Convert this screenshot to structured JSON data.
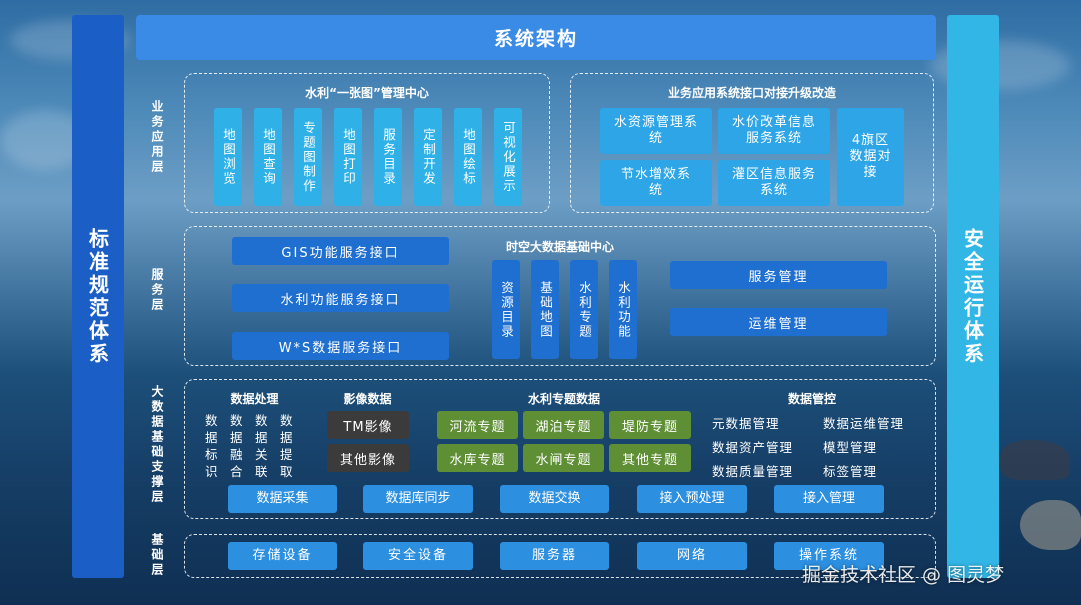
{
  "title": "系统架构",
  "left_pillar": "标准规范体系",
  "right_pillar": "安全运行体系",
  "layers": {
    "business": "业务应用层",
    "service": "服务层",
    "bigdata": "大数据基础支撑层",
    "base": "基础层"
  },
  "map_center": {
    "title": "水利“一张图”管理中心",
    "items": [
      "地图浏览",
      "地图查询",
      "专题图制作",
      "地图打印",
      "服务目录",
      "定制开发",
      "地图绘标",
      "可视化展示"
    ]
  },
  "upgrade": {
    "title": "业务应用系统接口对接升级改造",
    "items": [
      "水资源管理系统",
      "水价改革信息服务系统",
      "节水增效系统",
      "灌区信息服务系统"
    ],
    "banner": "4旗区数据对接"
  },
  "service_layer": {
    "interfaces": [
      "GIS功能服务接口",
      "水利功能服务接口",
      "W*S数据服务接口"
    ],
    "center_title": "时空大数据基础中心",
    "center_items": [
      "资源目录",
      "基础地图",
      "水利专题",
      "水利功能"
    ],
    "right_items": [
      "服务管理",
      "运维管理"
    ]
  },
  "bigdata_layer": {
    "processing_title": "数据处理",
    "processing_grid": [
      [
        "数",
        "数",
        "数",
        "数"
      ],
      [
        "据",
        "据",
        "据",
        "据"
      ],
      [
        "标",
        "融",
        "关",
        "提"
      ],
      [
        "识",
        "合",
        "联",
        "取"
      ]
    ],
    "image_title": "影像数据",
    "image_items": [
      "TM影像",
      "其他影像"
    ],
    "topic_title": "水利专题数据",
    "topic_items": [
      "河流专题",
      "湖泊专题",
      "堤防专题",
      "水库专题",
      "水闸专题",
      "其他专题"
    ],
    "control_title": "数据管控",
    "control_items": [
      "元数据管理",
      "数据运维管理",
      "数据资产管理",
      "模型管理",
      "数据质量管理",
      "标签管理"
    ],
    "bottom_items": [
      "数据采集",
      "数据库同步",
      "数据交换",
      "接入预处理",
      "接入管理"
    ]
  },
  "base_layer": {
    "items": [
      "存储设备",
      "安全设备",
      "服务器",
      "网络",
      "操作系统"
    ]
  },
  "watermark": "掘金技术社区 @ 图灵梦",
  "colors": {
    "pillar_left": "#1b5fc6",
    "pillar_right": "#32b6e6",
    "title_bar": "#3a8be6",
    "light_box": "#2fb1e8",
    "dark_box": "#1e6fd0",
    "green_box": "#5e8f35",
    "gray_box": "#3b3b3b"
  }
}
